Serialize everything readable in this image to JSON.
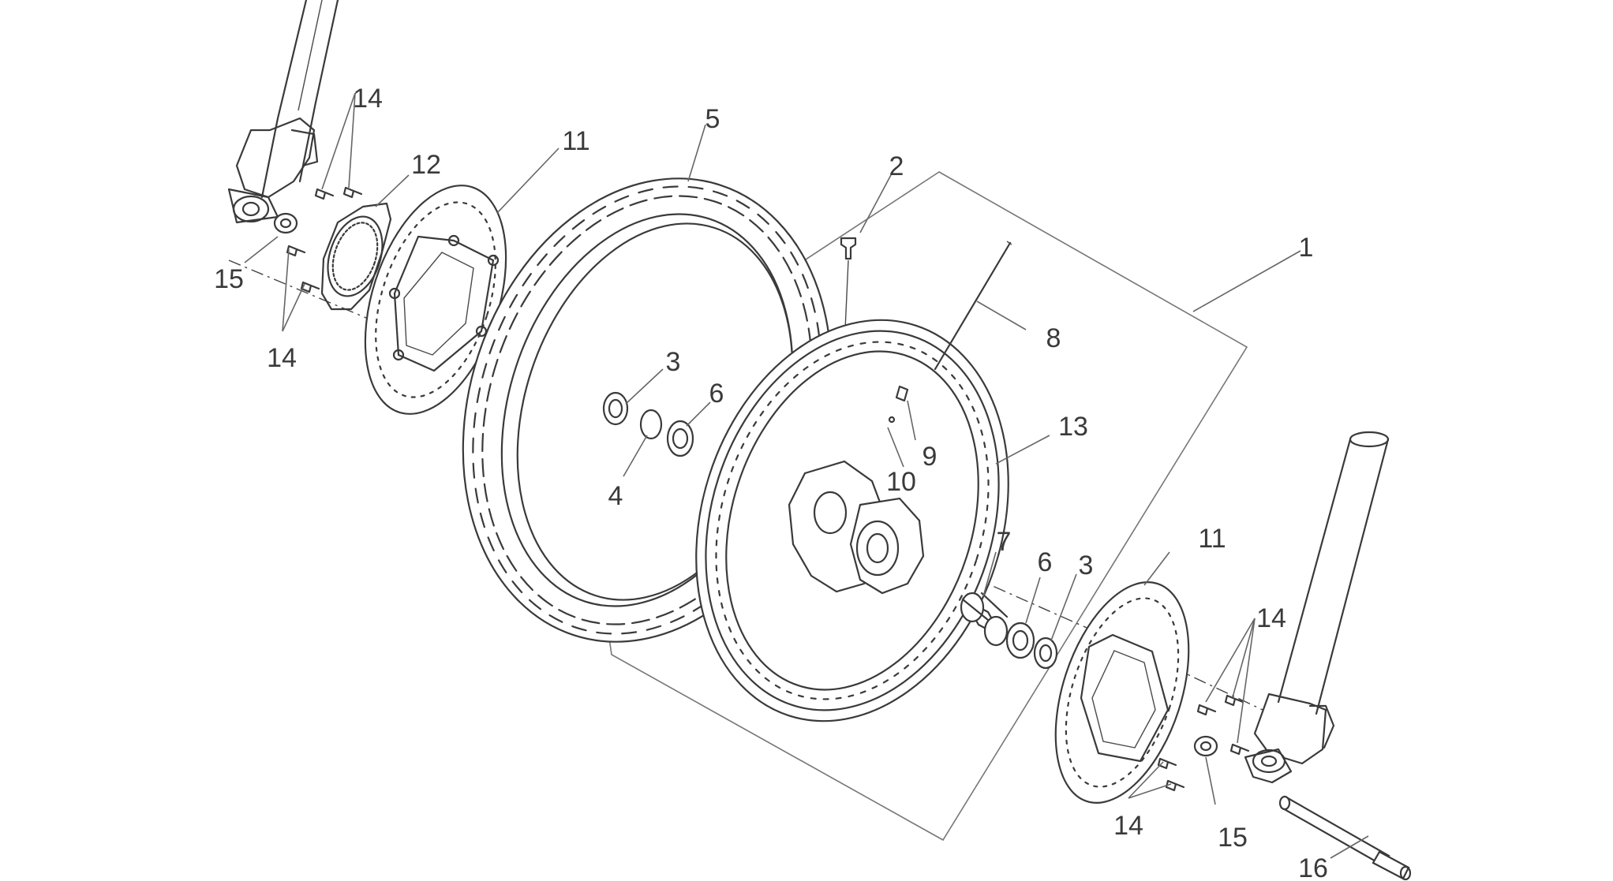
{
  "callouts": [
    {
      "id": "c1",
      "label": "1"
    },
    {
      "id": "c2",
      "label": "2"
    },
    {
      "id": "c3a",
      "label": "3"
    },
    {
      "id": "c3b",
      "label": "3"
    },
    {
      "id": "c4",
      "label": "4"
    },
    {
      "id": "c5",
      "label": "5"
    },
    {
      "id": "c6a",
      "label": "6"
    },
    {
      "id": "c6b",
      "label": "6"
    },
    {
      "id": "c7",
      "label": "7"
    },
    {
      "id": "c8",
      "label": "8"
    },
    {
      "id": "c9",
      "label": "9"
    },
    {
      "id": "c10",
      "label": "10"
    },
    {
      "id": "c11a",
      "label": "11"
    },
    {
      "id": "c11b",
      "label": "11"
    },
    {
      "id": "c12",
      "label": "12"
    },
    {
      "id": "c13",
      "label": "13"
    },
    {
      "id": "c14a",
      "label": "14"
    },
    {
      "id": "c14b",
      "label": "14"
    },
    {
      "id": "c14c",
      "label": "14"
    },
    {
      "id": "c14d",
      "label": "14"
    },
    {
      "id": "c15a",
      "label": "15"
    },
    {
      "id": "c15b",
      "label": "15"
    },
    {
      "id": "c16",
      "label": "16"
    }
  ]
}
